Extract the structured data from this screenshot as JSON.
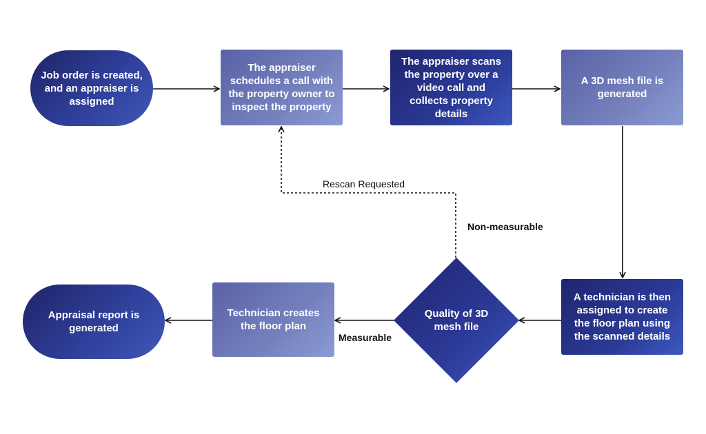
{
  "nodes": {
    "job_order": "Job order is created, and an appraiser is assigned",
    "schedule_call": "The appraiser schedules a call with the property owner to inspect the property",
    "scan_property": "The appraiser scans the property over a video call and collects property details",
    "mesh_generated": "A 3D mesh file is generated",
    "technician_assigned": "A technician is then assigned to create the floor plan using the scanned details",
    "quality_check": "Quality of 3D mesh file",
    "floor_plan": "Technician creates the floor plan",
    "report_generated": "Appraisal report is generated"
  },
  "edge_labels": {
    "rescan": "Rescan Requested",
    "non_measurable": "Non-measurable",
    "measurable": "Measurable"
  },
  "colors": {
    "node_dark": "#2b3a96",
    "node_light": "#7581bd",
    "edge": "#111111",
    "background": "#ffffff"
  }
}
